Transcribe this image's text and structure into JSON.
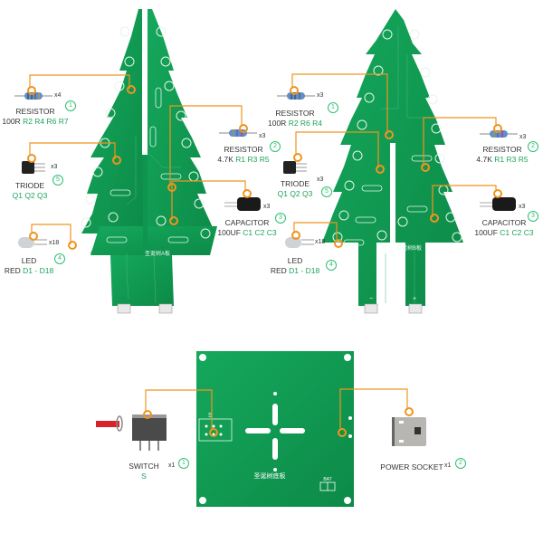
{
  "colors": {
    "pcb_green": "#0f9a52",
    "pcb_green_dark": "#0b7f43",
    "leader_line": "#f0941f",
    "ref_text": "#1da35a",
    "badge": "#2fbf71"
  },
  "boards": [
    {
      "name": "Christmas tree board A (front)",
      "silkscreen": "圣诞树A板",
      "components": [
        {
          "name": "RESISTOR",
          "value": "100R",
          "refs": "R2 R4 R6 R7",
          "qty": "x4",
          "badge": "1"
        },
        {
          "name": "RESISTOR",
          "value": "4.7K",
          "refs": "R1 R3 R5",
          "qty": "x3",
          "badge": "2"
        },
        {
          "name": "TRIODE",
          "value": "",
          "refs": "Q1 Q2 Q3",
          "qty": "x3",
          "badge": "5"
        },
        {
          "name": "CAPACITOR",
          "value": "100UF",
          "refs": "C1 C2 C3",
          "qty": "x3",
          "badge": "3"
        },
        {
          "name": "LED",
          "value": "RED",
          "refs": "D1 - D18",
          "qty": "x18",
          "badge": "4"
        }
      ]
    },
    {
      "name": "Christmas tree board B (back)",
      "silkscreen": "圣诞树B板",
      "components": [
        {
          "name": "RESISTOR",
          "value": "100R",
          "refs": "R2 R6 R4",
          "qty": "x3",
          "badge": "1"
        },
        {
          "name": "RESISTOR",
          "value": "4.7K",
          "refs": "R1 R3 R5",
          "qty": "x3",
          "badge": "2"
        },
        {
          "name": "TRIODE",
          "value": "",
          "refs": "Q1 Q2 Q3",
          "qty": "x3",
          "badge": "5"
        },
        {
          "name": "CAPACITOR",
          "value": "100UF",
          "refs": "C1 C2 C3",
          "qty": "x3",
          "badge": "3"
        },
        {
          "name": "LED",
          "value": "RED",
          "refs": "D1 - D18",
          "qty": "x18",
          "badge": "4"
        }
      ]
    },
    {
      "name": "Base board",
      "silkscreen": "圣诞树底板",
      "switch_pad_label": "S",
      "bat_label": "BAT",
      "components": [
        {
          "name": "SWITCH",
          "refs": "S",
          "qty": "x1",
          "badge": "1"
        },
        {
          "name": "POWER SOCKET",
          "refs": "",
          "qty": "x1",
          "badge": "2"
        }
      ]
    }
  ]
}
